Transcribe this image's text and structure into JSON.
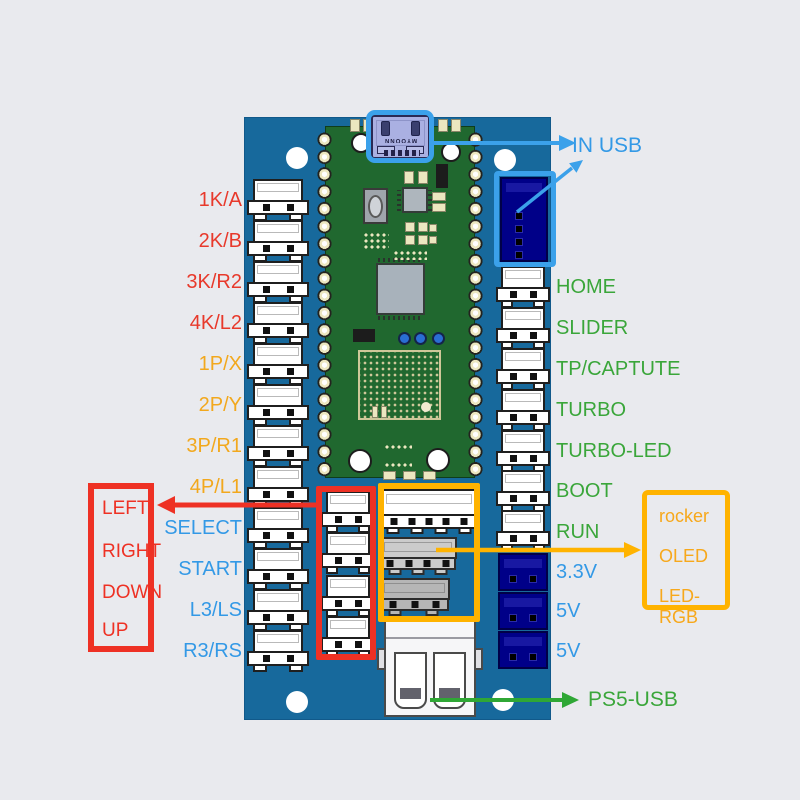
{
  "connector_labels": {
    "left": [
      "1K/A",
      "2K/B",
      "3K/R2",
      "4K/L2",
      "1P/X",
      "2P/Y",
      "3P/R1",
      "4P/L1",
      "SELECT",
      "START",
      "L3/LS",
      "R3/RS"
    ],
    "right": [
      "HOME",
      "SLIDER",
      "TP/CAPTUTE",
      "TURBO",
      "TURBO-LED",
      "BOOT",
      "RUN"
    ],
    "power": [
      "3.3V",
      "5V",
      "5V"
    ]
  },
  "annotations": {
    "in_usb": "IN USB",
    "ps5_usb": "PS5-USB",
    "directions": [
      "LEFT",
      "RIGHT",
      "DOWN",
      "UP"
    ],
    "peripherals": [
      "rocker",
      "OLED",
      "LED-RGB"
    ],
    "usb_marking": "MYOONN"
  },
  "colors": {
    "background": "#e9eaee",
    "board_blue": "#17699c",
    "pico_green": "#20682f",
    "label_red": "#e8392b",
    "label_yellow": "#f2a81d",
    "label_blue": "#3399e6",
    "label_green": "#3aa63a",
    "annotation_red": "#ee3124",
    "annotation_yellow": "#ffb300",
    "annotation_blue": "#3ba1ea",
    "annotation_green": "#2fa735",
    "navy_connector": "#000088"
  }
}
